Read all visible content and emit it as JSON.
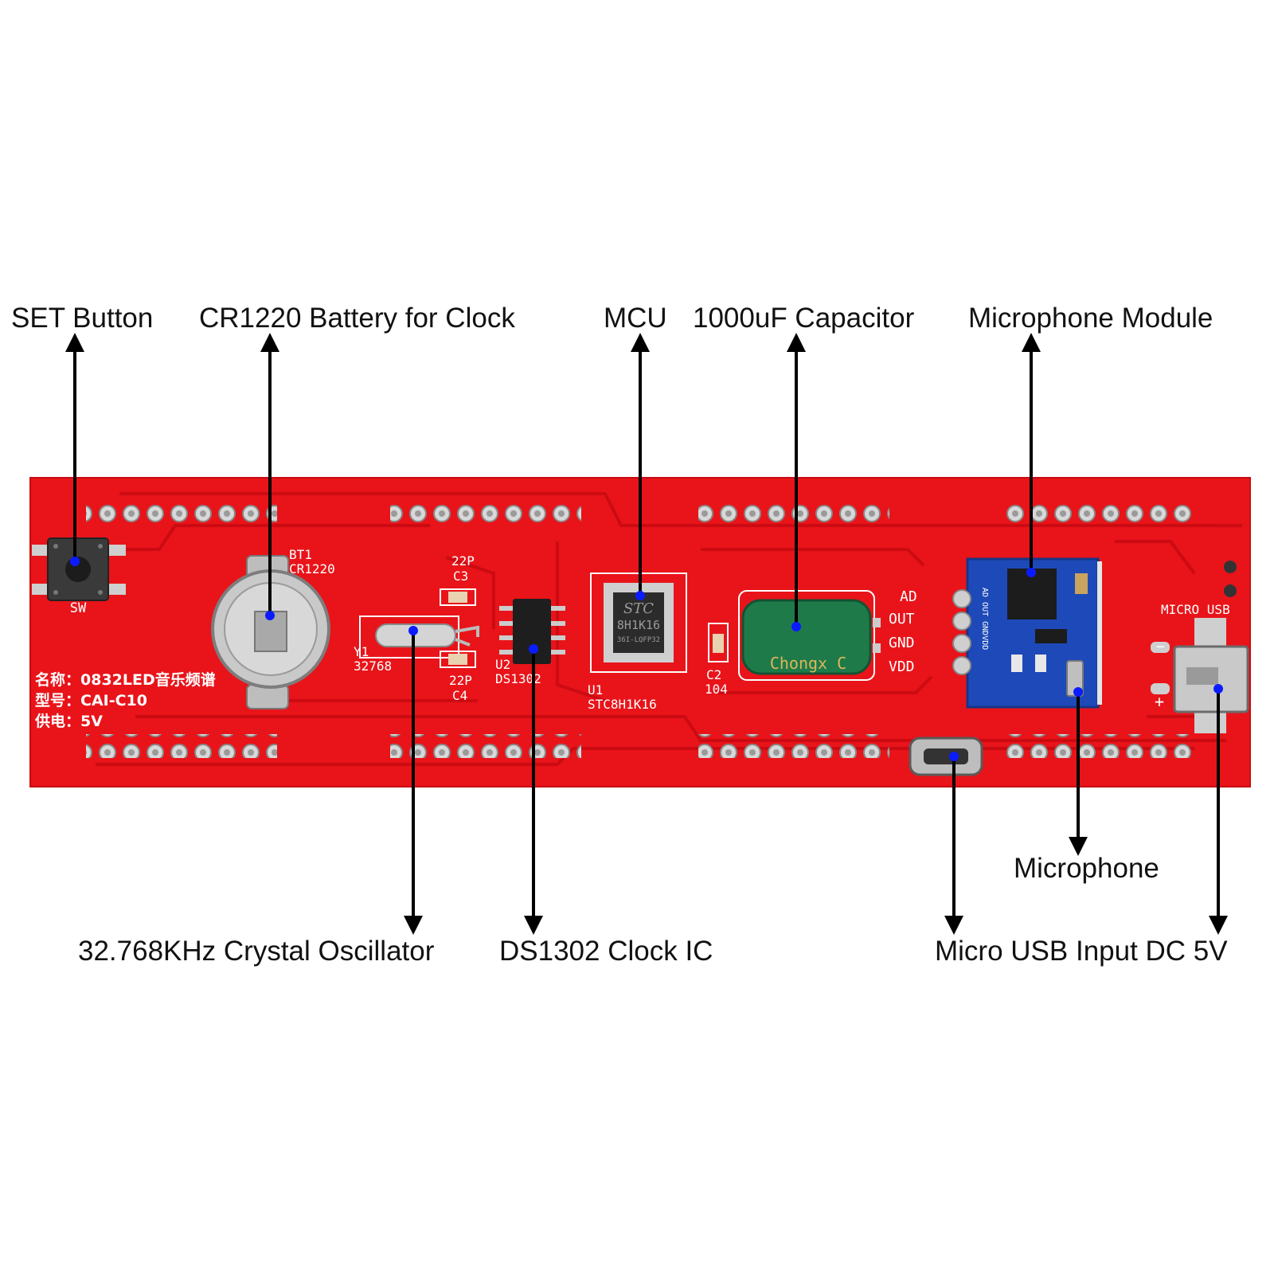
{
  "callouts": {
    "set_button": "SET Button",
    "battery": "CR1220 Battery for Clock",
    "mcu": "MCU",
    "capacitor": "1000uF Capacitor",
    "mic_module": "Microphone Module",
    "crystal": "32.768KHz Crystal Oscillator",
    "clock_ic": "DS1302 Clock IC",
    "microphone": "Microphone",
    "usb_input": "Micro USB Input DC 5V"
  },
  "silkscreen": {
    "sw": "SW",
    "bt1": "BT1",
    "cr1220": "CR1220",
    "c3_val": "22P",
    "c3": "C3",
    "c4_val": "22P",
    "c4": "C4",
    "y1": "Y1",
    "y1_val": "32768",
    "u2": "U2",
    "u2_val": "DS1302",
    "u1": "U1",
    "u1_val": "STC8H1K16",
    "c2": "C2",
    "c2_val": "104",
    "chip_brand": "STC",
    "chip_model": "8H1K16",
    "chip_pkg": "36I-LQFP32",
    "cap_brand": "Chongx C",
    "pin_ad": "AD",
    "pin_out": "OUT",
    "pin_gnd": "GND",
    "pin_vdd": "VDD",
    "micro_usb": "MICRO USB",
    "minus": "−",
    "plus": "+",
    "mod_pins": "AD OUT GNDVDD",
    "info_name": "名称：0832LED音乐频谱",
    "info_model": "型号：CAI-C10",
    "info_power": "供电：5V"
  },
  "colors": {
    "pcb": "#e8141a",
    "module": "#1e49b8",
    "marker": "#0a1cff",
    "cap_body": "#1f7a4a"
  }
}
